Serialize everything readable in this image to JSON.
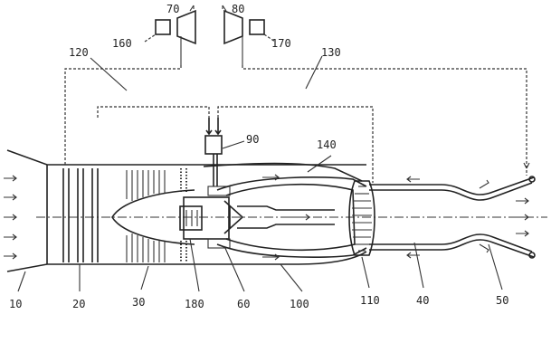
{
  "labels": {
    "l10": "10",
    "l20": "20",
    "l30": "30",
    "l40": "40",
    "l50": "50",
    "l60": "60",
    "l70": "70",
    "l80": "80",
    "l90": "90",
    "l100": "100",
    "l110": "110",
    "l120": "120",
    "l130": "130",
    "l140": "140",
    "l160": "160",
    "l170": "170",
    "l180": "180"
  }
}
